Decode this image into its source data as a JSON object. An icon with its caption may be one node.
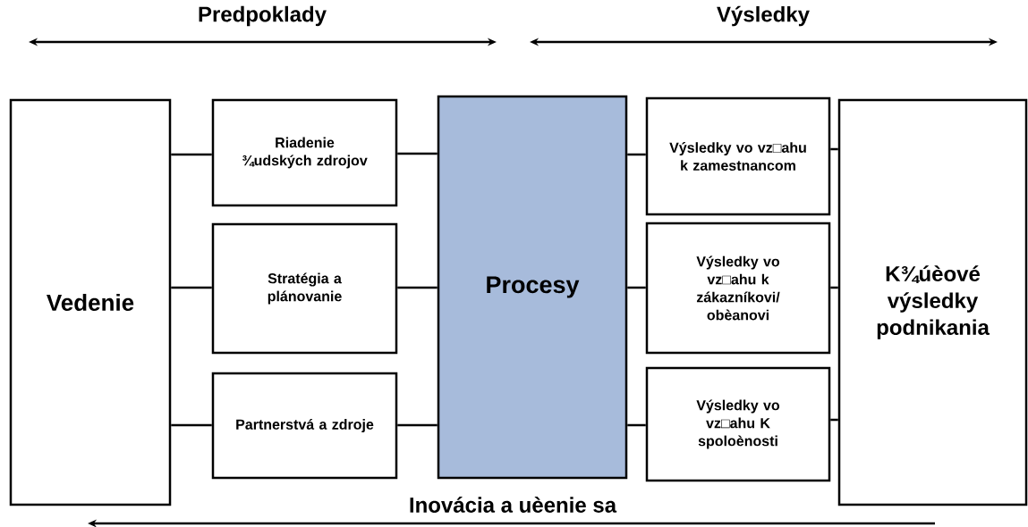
{
  "diagram": {
    "nodes": [
      {
        "text": [
          "Vedenie"
        ]
      },
      {
        "text": [
          "Riadenie ¾udských zdrojov"
        ]
      },
      {
        "text": [
          "Stratégia a plánovanie"
        ]
      },
      {
        "text": [
          "Partnerstvá a zdroje"
        ]
      },
      {
        "text": [
          "Procesy"
        ]
      },
      {
        "text": [
          "Výsledky vo vz□ahu k zamestnancom"
        ]
      },
      {
        "text": [
          "Výsledky vo vz□ahu k zákazníkovi/ obèanovi"
        ]
      },
      {
        "text": [
          "Výsledky vo vz□ahu K spoloènosti"
        ]
      },
      {
        "text": [
          "K¾úèové výsledky podnikania"
        ]
      }
    ],
    "edges": [
      {
        "from": 0,
        "to": 1,
        "arrow": "none"
      },
      {
        "from": 0,
        "to": 2,
        "arrow": "none"
      },
      {
        "from": 0,
        "to": 3,
        "arrow": "none"
      },
      {
        "from": 1,
        "to": 4,
        "arrow": "none"
      },
      {
        "from": 2,
        "to": 4,
        "arrow": "none"
      },
      {
        "from": 3,
        "to": 4,
        "arrow": "none"
      },
      {
        "from": 4,
        "to": 5,
        "arrow": "none"
      },
      {
        "from": 4,
        "to": 6,
        "arrow": "none"
      },
      {
        "from": 4,
        "to": 7,
        "arrow": "none"
      },
      {
        "from": 5,
        "to": 8,
        "arrow": "none"
      },
      {
        "from": 6,
        "to": 8,
        "arrow": "none"
      },
      {
        "from": 7,
        "to": 8,
        "arrow": "none"
      }
    ],
    "labels": [
      "Predpoklady",
      "Výsledky",
      "Inovácia a uèenie sa"
    ]
  }
}
